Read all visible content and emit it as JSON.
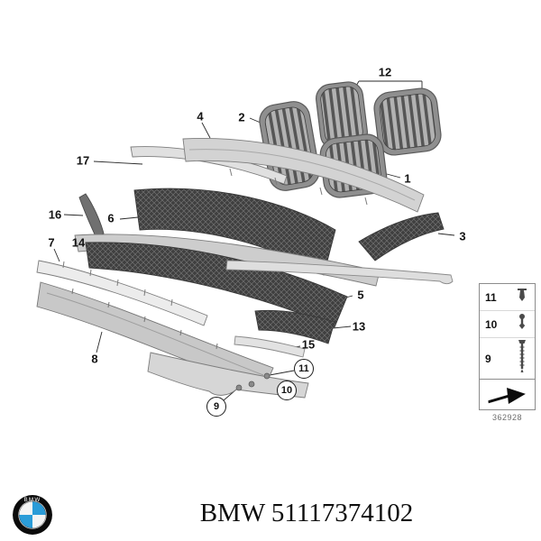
{
  "diagram": {
    "code": "362928",
    "callouts": [
      {
        "label": "12"
      },
      {
        "label": "2"
      },
      {
        "label": "4"
      },
      {
        "label": "17"
      },
      {
        "label": "1"
      },
      {
        "label": "16"
      },
      {
        "label": "6"
      },
      {
        "label": "3"
      },
      {
        "label": "7"
      },
      {
        "label": "14"
      },
      {
        "label": "5"
      },
      {
        "label": "13"
      },
      {
        "label": "15"
      },
      {
        "label": "8"
      },
      {
        "label": "11"
      },
      {
        "label": "10"
      },
      {
        "label": "9"
      }
    ],
    "legend": {
      "items": [
        {
          "label": "11",
          "icon": "expanding-rivet"
        },
        {
          "label": "10",
          "icon": "clip"
        },
        {
          "label": "9",
          "icon": "screw"
        }
      ]
    }
  },
  "footer": {
    "logo_text": "BMW",
    "title": "BMW 51117374102"
  },
  "colors": {
    "bmw_blue": "#2a9cd8"
  }
}
